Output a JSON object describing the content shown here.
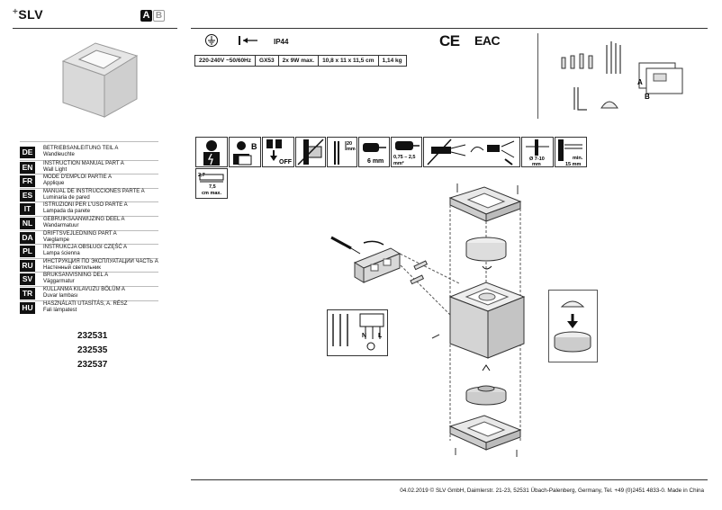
{
  "header": {
    "brand": "SLV",
    "part_a": "A",
    "part_b": "B"
  },
  "specs": {
    "ip_rating": "IP44",
    "cells": [
      "220-240V ~50/60Hz",
      "GX53",
      "2x 9W max.",
      "10,8 x 11 x 11,5 cm",
      "1,14 kg"
    ]
  },
  "languages": [
    {
      "code": "DE",
      "line1": "BETRIEBSANLEITUNG TEIL A",
      "line2": "Wandleuchte"
    },
    {
      "code": "EN",
      "line1": "INSTRUCTION MANUAL PART A",
      "line2": "Wall Light"
    },
    {
      "code": "FR",
      "line1": "MODE D'EMPLOI PARTIE A",
      "line2": "Applique"
    },
    {
      "code": "ES",
      "line1": "MANUAL DE INSTRUCCIONES PARTE A",
      "line2": "Luminaria de pared"
    },
    {
      "code": "IT",
      "line1": "ISTRUZIONI PER L'USO PARTE A",
      "line2": "Lampada da parete"
    },
    {
      "code": "NL",
      "line1": "GEBRUIKSAANWIJZING DEEL A",
      "line2": "Wandarmatuur"
    },
    {
      "code": "DA",
      "line1": "DRIFTSVEJLEDNING PART A",
      "line2": "Væglampe"
    },
    {
      "code": "PL",
      "line1": "INSTRUKCJA OBSŁUGI CZĘŚĆ A",
      "line2": "Lampa ścienna"
    },
    {
      "code": "RU",
      "line1": "ИНСТРУКЦИЯ ПО ЭКСПЛУАТАЦИИ ЧАСТЬ А",
      "line2": "Настенный светильник"
    },
    {
      "code": "SV",
      "line1": "BRUKSANVISNING DEL A",
      "line2": "Väggarmatur"
    },
    {
      "code": "TR",
      "line1": "KULLANMA KILAVUZU BÖLÜM A",
      "line2": "Duvar lambası"
    },
    {
      "code": "HU",
      "line1": "HASZNÁLATI UTASÍTÁS, A. RÉSZ",
      "line2": "Fali lámpatest"
    }
  ],
  "article_numbers": [
    "232531",
    "232535",
    "232537"
  ],
  "install_icons": {
    "off_label": "OFF",
    "strip_length": "20\nmm",
    "min_dist": "6 mm",
    "cable_cross": "0,75 – 2,5\nmm²",
    "cable_dia": "Ø 7-10\nmm",
    "min_label": "min.\n15 mm",
    "spacing_small": "2,7",
    "spacing_big": "7,5\ncm max."
  },
  "parts_kit": {
    "label_a": "A",
    "label_b": "B"
  },
  "wiring": {
    "n_label": "N",
    "l_label": "L"
  },
  "footer": {
    "text": "04.02.2019  © SLV GmbH, Daimlerstr. 21-23, 52531 Übach-Palenberg, Germany, Tel. +49 (0)2451 4833-0. Made in China"
  }
}
